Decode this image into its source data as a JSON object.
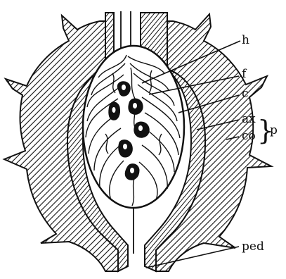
{
  "labels": {
    "h": "h",
    "f": "f",
    "c": "c",
    "ax": "ax",
    "co": "co",
    "p": "p",
    "ped": "ped"
  }
}
